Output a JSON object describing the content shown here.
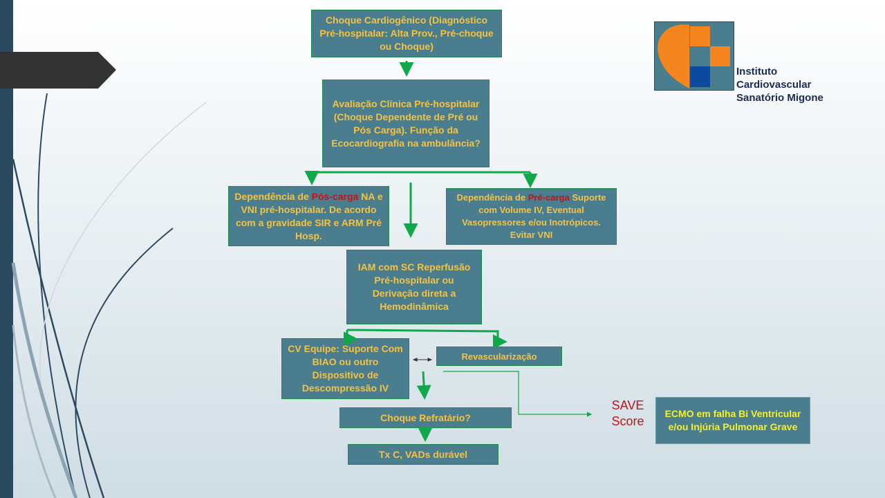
{
  "boxes": {
    "choque": "Choque Cardiogênico (Diagnóstico Pré-hospitalar: Alta Prov., Pré-choque ou Choque)",
    "avaliacao": "Avaliação Clínica  Pré-hospitalar (Choque Dependente de Pré ou Pós Carga). Função da Ecocardiografia na ambulância?",
    "pos_carga_prefix": "Dependência de ",
    "pos_carga_term": "Pós-carga",
    "pos_carga_rest": "NA e VNI pré-hospitalar. De acordo com a gravidade SIR e ARM Pré Hosp.",
    "pre_carga_prefix": "Dependência de ",
    "pre_carga_term": "Pré-carga",
    "pre_carga_rest": "Suporte com Volume IV, Eventual Vasopressores e/ou Inotrópicos. Evitar VNI",
    "iam": "IAM com SC Reperfusão Pré-hospitalar ou Derivação direta a Hemodinâmica",
    "cv_equipe": "CV Equipe: Suporte Com BIAO ou outro Dispositivo de Descompressão IV",
    "revascularizacao": "Revascularização",
    "refratario": "Choque Refratário?",
    "txc": "Tx C, VADs durável",
    "ecmo": "ECMO em falha Bi Ventricular e/ou Injúria Pulmonar Grave"
  },
  "save_score": {
    "line1": "SAVE",
    "line2": "Score"
  },
  "institute": {
    "line1": "Instituto",
    "line2": "Cardiovascular",
    "line3": "Sanatório Migone"
  },
  "colors": {
    "box_fill": "#4a7e8e",
    "box_text": "#f5c242",
    "highlight": "#c0141b",
    "arrow": "#0fa84a",
    "ecmo_text": "#f5f12a"
  }
}
